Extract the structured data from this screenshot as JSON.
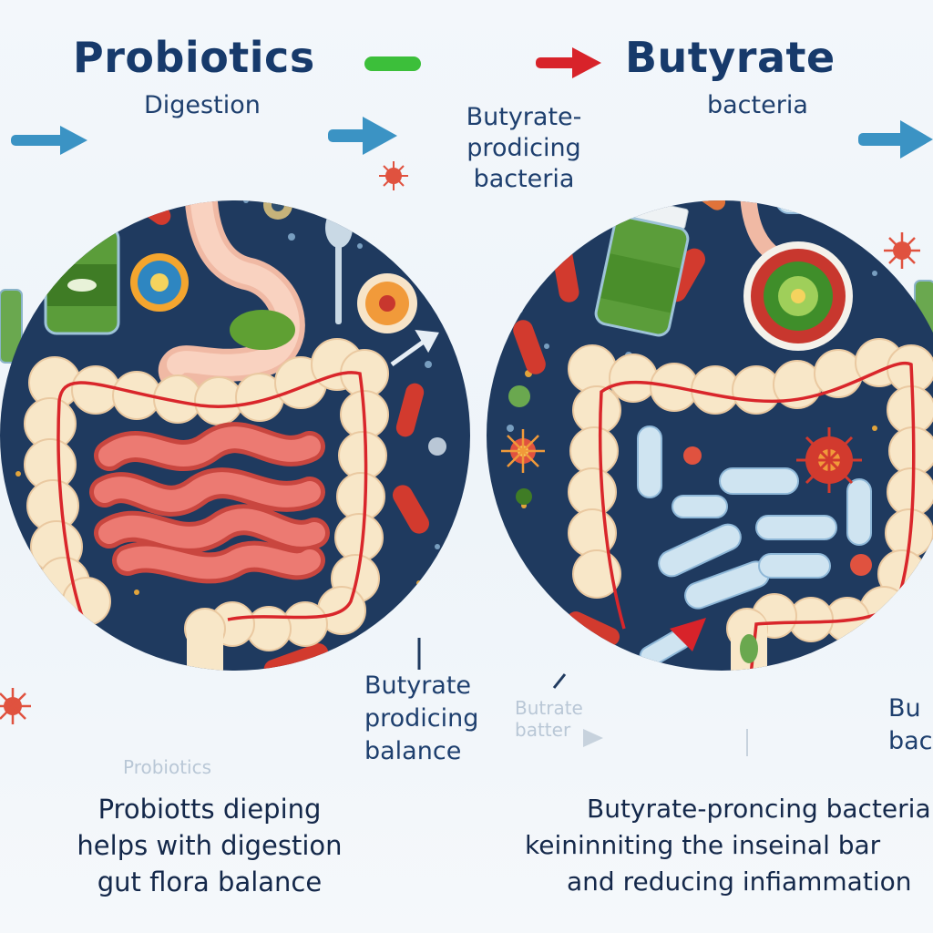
{
  "left_panel": {
    "title": "Probiotics",
    "subtitle": "Digestion",
    "side_label": [
      "Butyrate",
      "prodicing",
      "balance"
    ],
    "faded_label": "Probiotics",
    "caption": [
      "Probiotts dieping",
      "helps  with   digestion",
      "gut flora balance"
    ]
  },
  "right_panel": {
    "title": "Butyrate",
    "subtitle": "bacteria",
    "bacteria_label": [
      "Butyrate-",
      "prodicing",
      "bacteria"
    ],
    "side_label": [
      "Bu",
      "bac"
    ],
    "faded_label": [
      "Butrate",
      "batter"
    ],
    "caption": [
      "Butyrate-proncing bacteria",
      "keininniting   the inseinal bar",
      "and reducing infiammation"
    ]
  },
  "colors": {
    "title": "#173a6b",
    "arrow_blue": "#3b93c4",
    "arrow_red": "#d8232a",
    "pill_green": "#3cbf3a",
    "circle_bg": "#1f3a5f",
    "intestine": "#f8e7c8",
    "small_intestine": "#e86a66",
    "vessel": "#d9262b"
  },
  "icons": [
    "right-arrow-icon",
    "bacteria-icon",
    "probiotic-jar-icon",
    "stomach-icon",
    "spoon-icon",
    "intestine-icon",
    "virus-icon"
  ]
}
